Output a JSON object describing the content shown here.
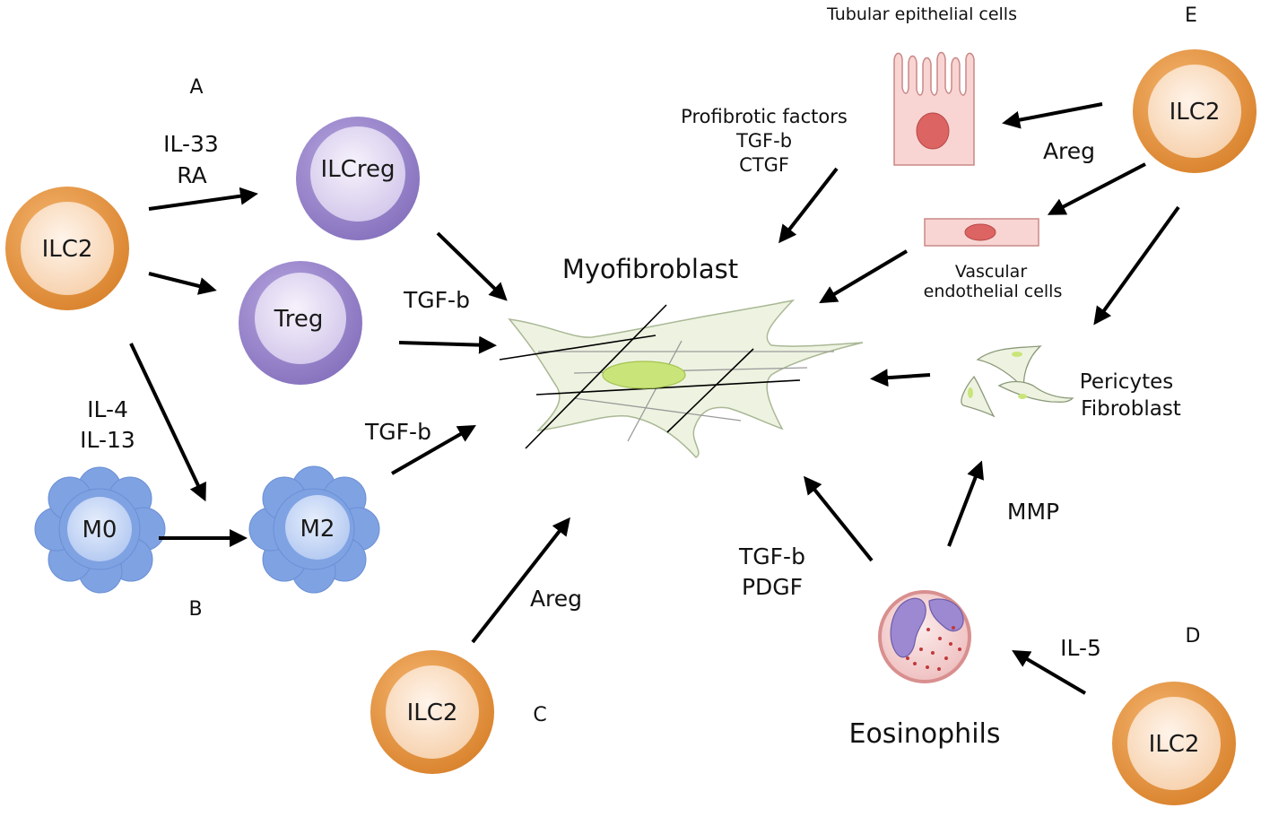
{
  "colors": {
    "ilc2_outer": "#E8973E",
    "ilc2_inner": "#FCE6D2",
    "purple_outer": "#9A86CC",
    "purple_inner": "#E4DDF3",
    "macrophage": "#7FA2E3",
    "macrophage_core": "#C9D8F7",
    "fibro_fill": "#EEF3E1",
    "nucleus_green": "#C9E57A",
    "epithelial_fill": "#F8D5D3",
    "epithelial_nucleus": "#DC6462",
    "eosinophil_fill": "#F6D6D6",
    "eosinophil_nucleus": "#9C89D2"
  },
  "sections": {
    "a": "A",
    "b": "B",
    "c": "C",
    "d": "D",
    "e": "E"
  },
  "cells": {
    "ilc2": "ILC2",
    "ilcreg": "ILCreg",
    "treg": "Treg",
    "m0": "M0",
    "m2": "M2",
    "myofibroblast": "Myofibroblast",
    "tubular_epithelial": "Tubular epithelial cells",
    "vascular_line1": "Vascular",
    "vascular_line2": "endothelial cells",
    "pericytes": "Pericytes",
    "fibroblast": "Fibroblast",
    "eosinophils": "Eosinophils"
  },
  "mediators": {
    "il33": "IL-33",
    "ra": "RA",
    "il4": "IL-4",
    "il13": "IL-13",
    "tgfb": "TGF-b",
    "areg": "Areg",
    "profibrotic": "Profibrotic factors",
    "ctgf": "CTGF",
    "pdgf": "PDGF",
    "mmp": "MMP",
    "il5": "IL-5"
  }
}
